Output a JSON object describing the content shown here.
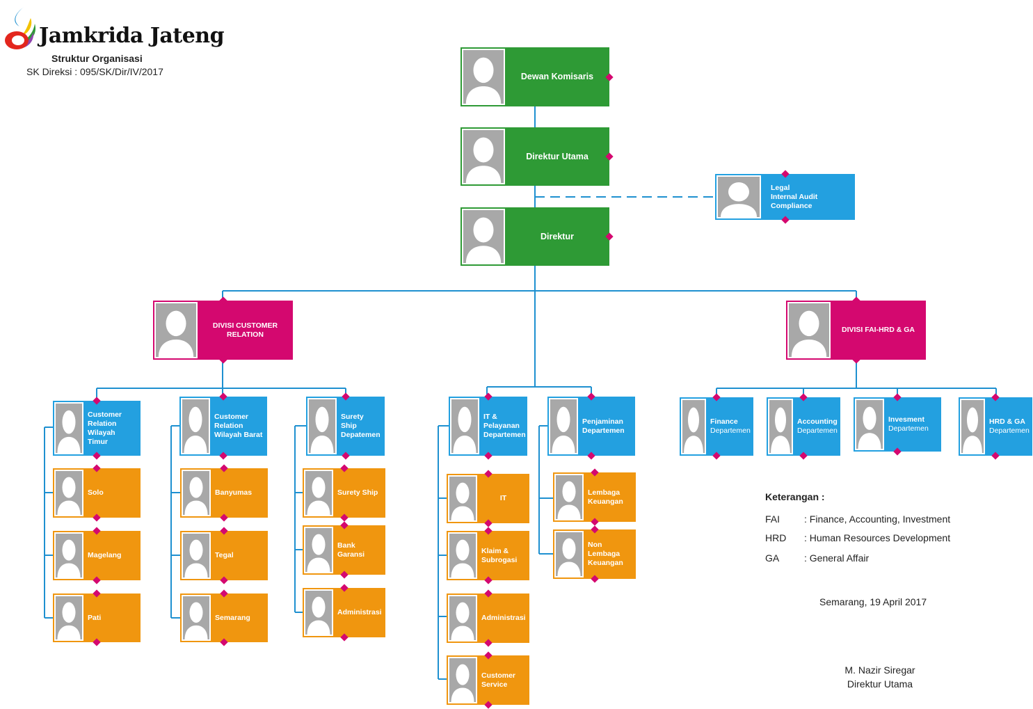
{
  "header": {
    "brand": "Jamkrida Jateng",
    "subtitle": "Struktur Organisasi",
    "decree": "SK Direksi : 095/SK/Dir/IV/2017"
  },
  "colors": {
    "green": "#2e9a35",
    "magenta": "#d4086f",
    "blue": "#23a0e0",
    "orange": "#f0960f",
    "connector": "#1e90d0"
  },
  "nodes": {
    "dewan_komisaris": {
      "title": "Dewan Komisaris"
    },
    "direktur_utama": {
      "title": "Direktur Utama"
    },
    "legal": {
      "line1": "Legal",
      "line2": "Internal Audit",
      "line3": "Compliance"
    },
    "direktur": {
      "title": "Direktur"
    },
    "divisi_cr": {
      "line1": "DIVISI CUSTOMER",
      "line2": "RELATION"
    },
    "divisi_fai": {
      "title": "DIVISI FAI-HRD & GA"
    },
    "cr_timur": {
      "line1": "Customer",
      "line2": "Relation",
      "line3": "Wilayah Timur"
    },
    "cr_barat": {
      "line1": "Customer",
      "line2": "Relation",
      "line3": "Wilayah Barat"
    },
    "surety_dept": {
      "line1": "Surety Ship",
      "line2": "Depatemen"
    },
    "it_dept": {
      "line1": "IT &",
      "line2": "Pelayanan",
      "line3": "Departemen"
    },
    "penjaminan_dept": {
      "line1": "Penjaminan",
      "line2": "Departemen"
    },
    "finance_dept": {
      "line1": "Finance",
      "line2": "Departemen"
    },
    "accounting_dept": {
      "line1": "Accounting",
      "line2": "Departemen"
    },
    "invesment_dept": {
      "line1": "Invesment",
      "line2": "Departemen"
    },
    "hrdga_dept": {
      "line1": "HRD & GA",
      "line2": "Departemen"
    },
    "solo": {
      "title": "Solo"
    },
    "magelang": {
      "title": "Magelang"
    },
    "pati": {
      "title": "Pati"
    },
    "banyumas": {
      "title": "Banyumas"
    },
    "tegal": {
      "title": "Tegal"
    },
    "semarang": {
      "title": "Semarang"
    },
    "surety_ship": {
      "title": "Surety Ship"
    },
    "bank_garansi": {
      "title": "Bank Garansi"
    },
    "administrasi_surety": {
      "title": "Administrasi"
    },
    "it": {
      "title": "IT"
    },
    "klaim": {
      "line1": "Klaim &",
      "line2": "Subrogasi"
    },
    "administrasi_it": {
      "title": "Administrasi"
    },
    "customer_service": {
      "line1": "Customer",
      "line2": "Service"
    },
    "lembaga": {
      "line1": "Lembaga",
      "line2": "Keuangan"
    },
    "non_lembaga": {
      "line1": "Non Lembaga",
      "line2": "Keuangan"
    }
  },
  "legend": {
    "title": "Keterangan :",
    "items": [
      {
        "abbr": "FAI",
        "desc": ": Finance,  Accounting, Investment"
      },
      {
        "abbr": "HRD",
        "desc": ": Human Resources Development"
      },
      {
        "abbr": "GA",
        "desc": ": General Affair"
      }
    ]
  },
  "signature": {
    "place_date": "Semarang, 19 April 2017",
    "name": "M. Nazir Siregar",
    "title": "Direktur Utama"
  }
}
